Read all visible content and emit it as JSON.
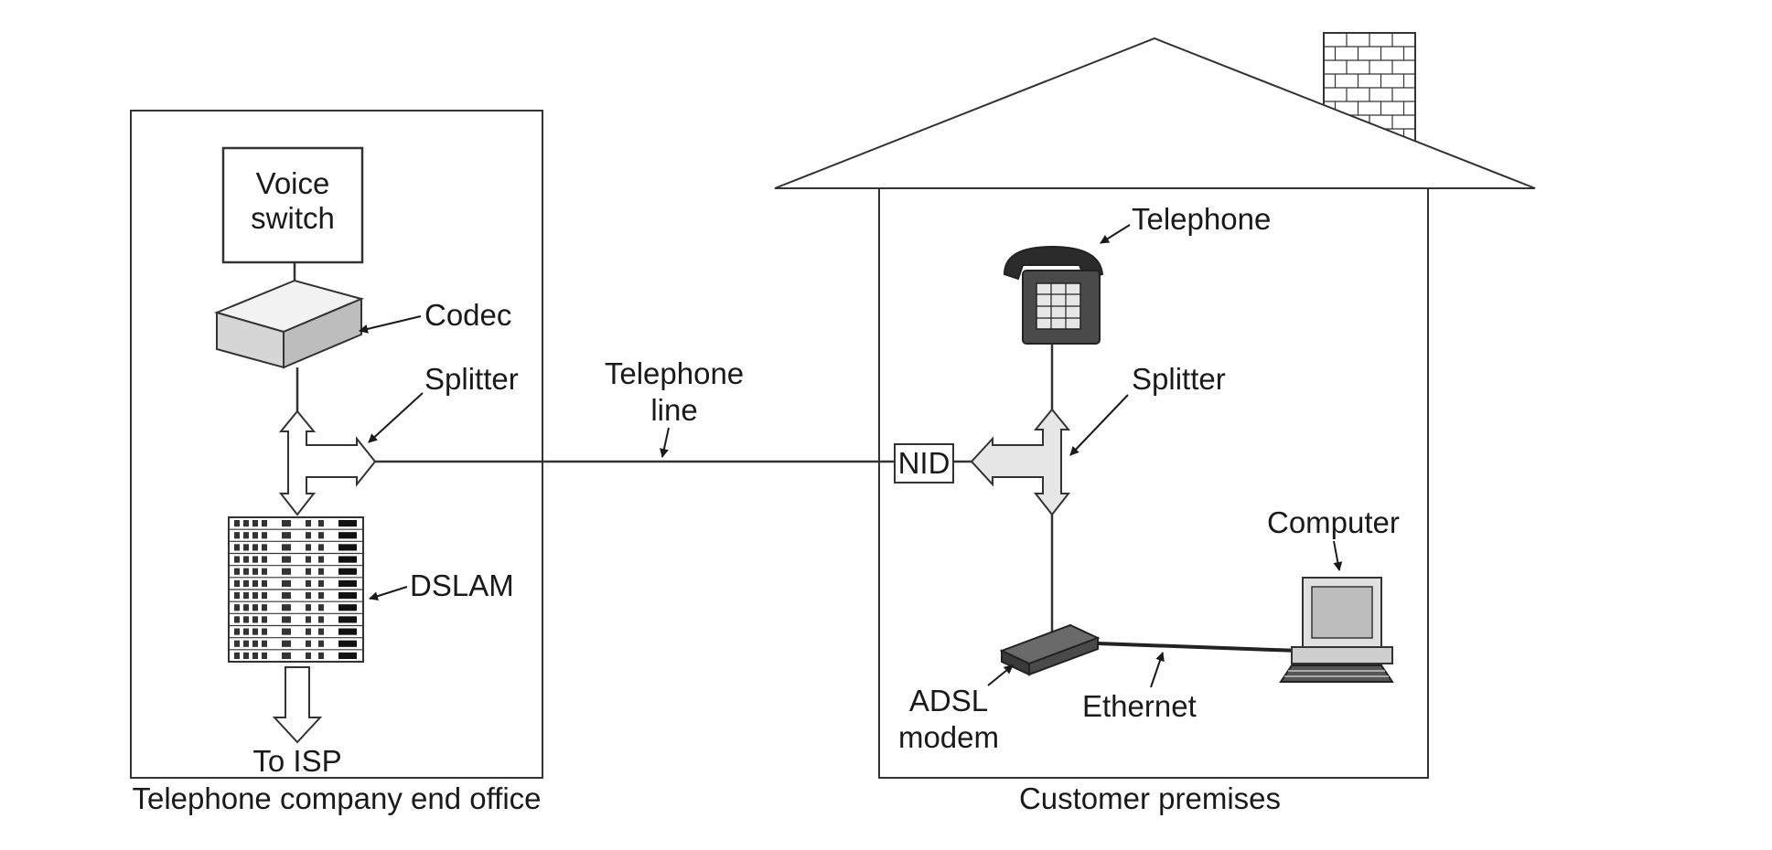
{
  "office": {
    "caption": "Telephone company end office",
    "voice_switch_line1": "Voice",
    "voice_switch_line2": "switch",
    "codec": "Codec",
    "splitter": "Splitter",
    "dslam": "DSLAM",
    "to_isp": "To ISP"
  },
  "line": {
    "label_line1": "Telephone",
    "label_line2": "line"
  },
  "premises": {
    "caption": "Customer premises",
    "telephone": "Telephone",
    "splitter": "Splitter",
    "nid": "NID",
    "computer": "Computer",
    "modem_line1": "ADSL",
    "modem_line2": "modem",
    "ethernet": "Ethernet"
  },
  "colors": {
    "stroke": "#333333",
    "fill_light": "#e6e6e6",
    "fill_box": "#d9d9d9",
    "phone_dark": "#3a3a3a"
  }
}
